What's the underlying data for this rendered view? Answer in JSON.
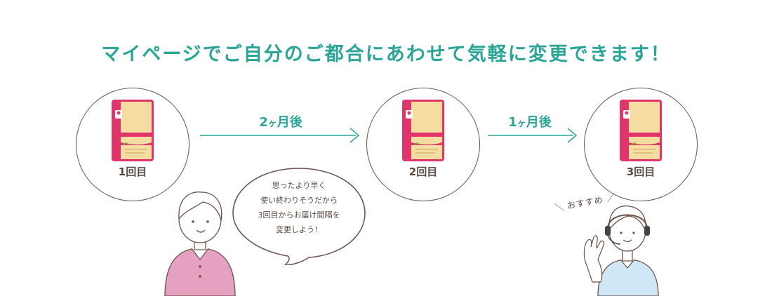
{
  "headline": "マイページでご自分のご都合にあわせて気軽に変更できます！",
  "steps": [
    {
      "label": "1回目"
    },
    {
      "label": "2回目"
    },
    {
      "label": "3回目"
    }
  ],
  "intervals": [
    {
      "number": "2",
      "unit": "ヶ",
      "suffix": "月後"
    },
    {
      "number": "1",
      "unit": "ヶ",
      "suffix": "月後"
    }
  ],
  "speech_bubble": {
    "lines": [
      "思ったより早く",
      "使い終わりそうだから",
      "3回目からお届け間隔を",
      "変更しよう！"
    ]
  },
  "recommend_label": "おすすめ",
  "colors": {
    "accent": "#2aa597",
    "line": "#6b5148",
    "pack_pink": "#e0356a",
    "pack_cream": "#f5dca0",
    "shirt_pink": "#e5a2c0",
    "shirt_blue": "#cfe7f6"
  },
  "icons": [
    "product-pack-icon",
    "arrow-right-icon",
    "woman-illustration",
    "operator-illustration"
  ]
}
